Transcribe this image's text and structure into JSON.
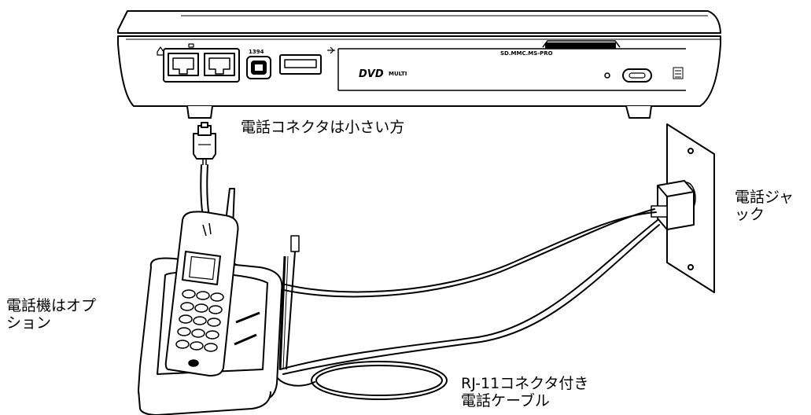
{
  "labels": {
    "phone_connector": "電話コネクタは小さい方",
    "phone_jack": [
      "電話ジャ",
      "ック"
    ],
    "telephone_optional": [
      "電話機はオプ",
      "ション"
    ],
    "cable": [
      "RJ-11コネクタ付き",
      "電話ケーブル"
    ]
  },
  "laptop_marks": {
    "firewire": "1394",
    "card_reader": "SD.MMC.MS-PRO",
    "dvd": "DVD",
    "multi": "MULTI"
  }
}
